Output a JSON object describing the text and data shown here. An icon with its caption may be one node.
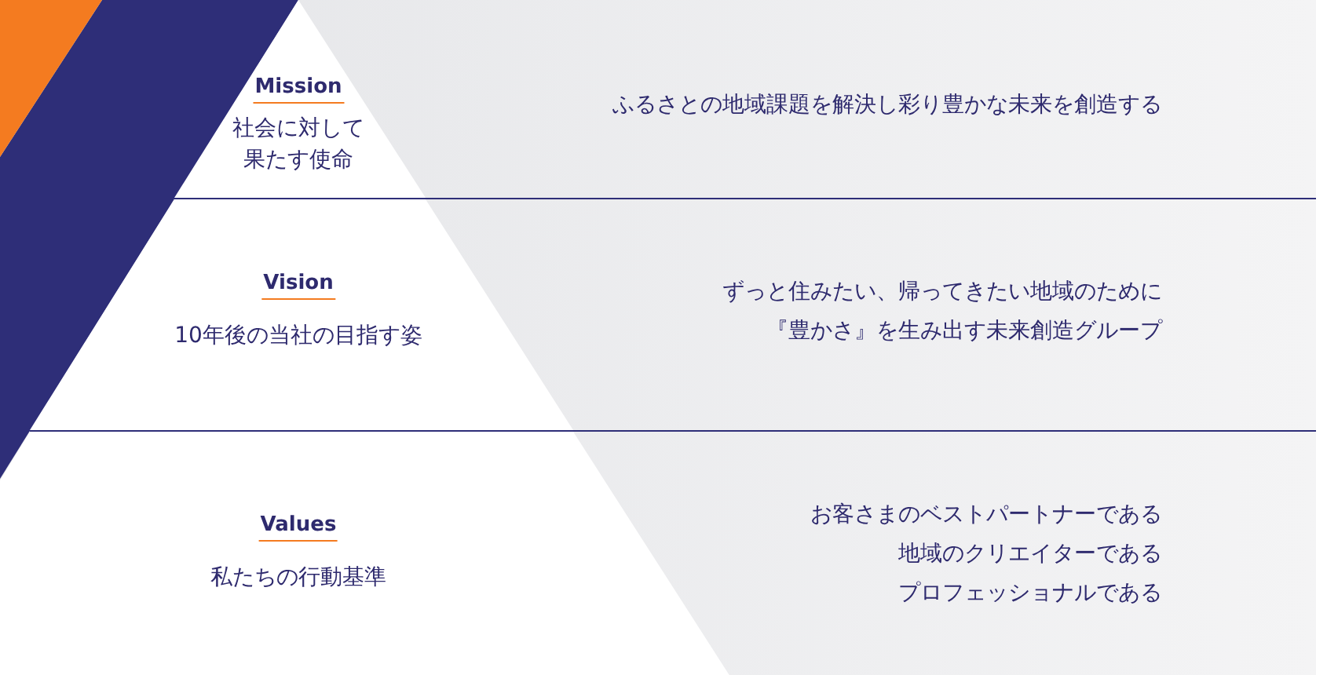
{
  "diagram": {
    "nodes": [
      {
        "text": [
          "Mission",
          "社会に対して果たす使命"
        ]
      },
      {
        "text": [
          "Vision",
          "10年後の当社の目指す姿"
        ]
      },
      {
        "text": [
          "Values",
          "私たちの行動基準"
        ]
      }
    ],
    "labels": [
      "ふるさとの地域課題を解決し彩り豊かな未来を創造する",
      "ずっと住みたい、帰ってきたい地域のために『豊かさ』を生み出す未来創造グループ",
      "お客さまのベストパートナーである",
      "地域のクリエイターである",
      "プロフェッショナルである"
    ]
  }
}
